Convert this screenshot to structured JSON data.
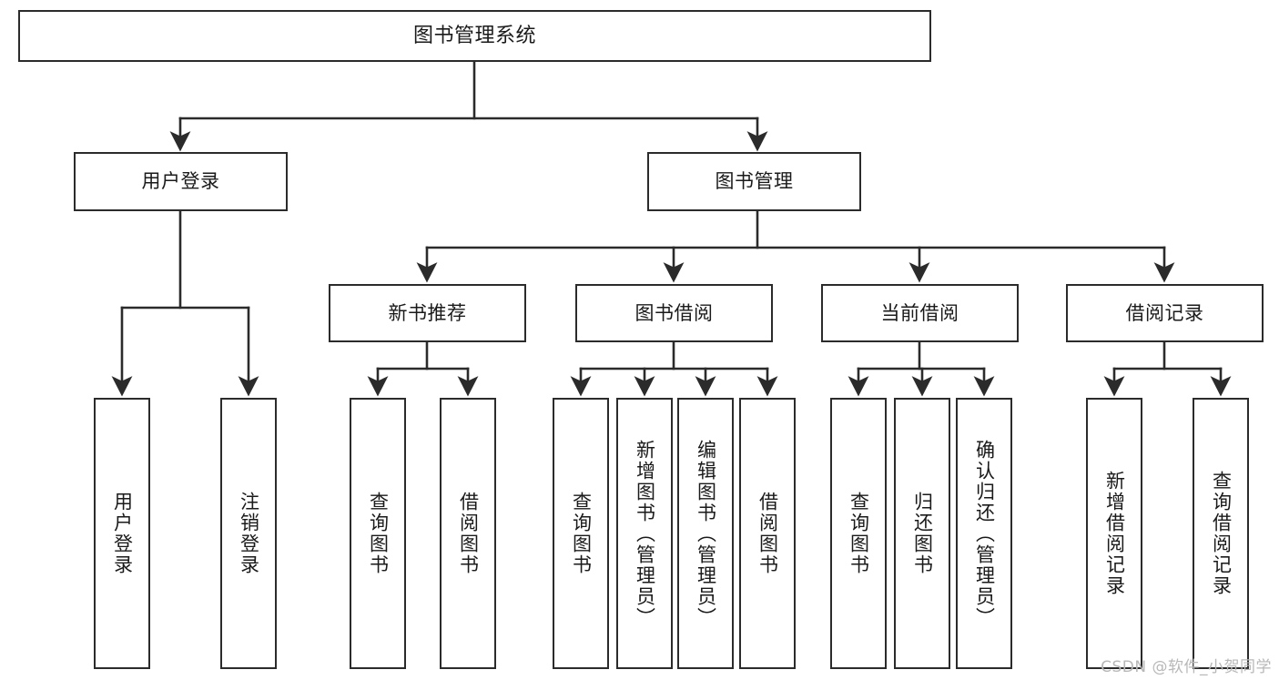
{
  "diagram": {
    "title": "图书管理系统",
    "type": "hierarchy-tree",
    "watermark": "CSDN @软件_小贺同学",
    "colors": {
      "box_border": "#2b2b2b",
      "box_fill": "#ffffff",
      "edge": "#2b2b2b",
      "text": "#1a1a1a",
      "watermark": "#b8b8b8",
      "background": "#ffffff"
    },
    "nodes": {
      "root": {
        "label": "图书管理系统"
      },
      "level2": [
        {
          "label": "用户登录"
        },
        {
          "label": "图书管理"
        }
      ],
      "level3": [
        {
          "label": "新书推荐"
        },
        {
          "label": "图书借阅"
        },
        {
          "label": "当前借阅"
        },
        {
          "label": "借阅记录"
        }
      ],
      "leaves": {
        "user_login": [
          {
            "label": "用户登录"
          },
          {
            "label": "注销登录"
          }
        ],
        "new_book_recommend": [
          {
            "label": "查询图书"
          },
          {
            "label": "借阅图书"
          }
        ],
        "book_borrow": [
          {
            "label": "查询图书"
          },
          {
            "label": "新增图书（管理员）"
          },
          {
            "label": "编辑图书（管理员）"
          },
          {
            "label": "借阅图书"
          }
        ],
        "current_borrow": [
          {
            "label": "查询图书"
          },
          {
            "label": "归还图书"
          },
          {
            "label": "确认归还（管理员）"
          }
        ],
        "borrow_record": [
          {
            "label": "新增借阅记录"
          },
          {
            "label": "查询借阅记录"
          }
        ]
      }
    }
  }
}
